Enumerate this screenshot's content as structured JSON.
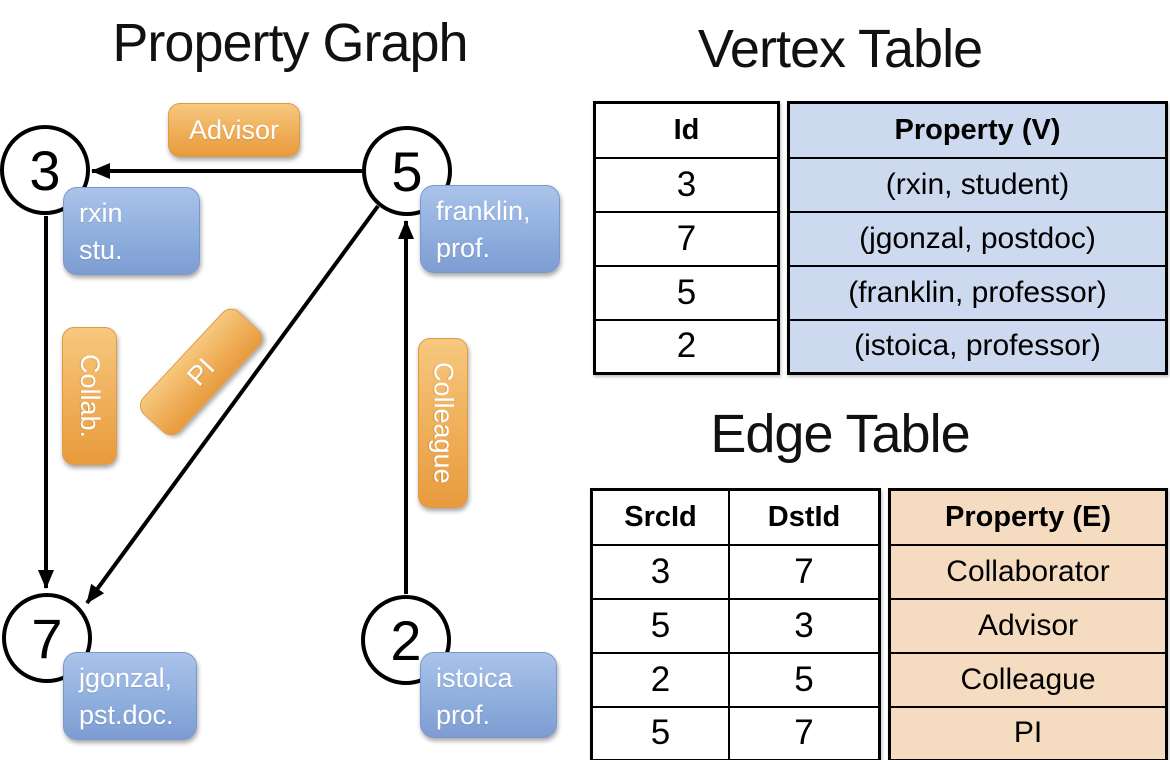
{
  "graph": {
    "title": "Property Graph",
    "vertices": [
      {
        "id": "3",
        "label_line1": "rxin",
        "label_line2": "stu."
      },
      {
        "id": "5",
        "label_line1": "franklin,",
        "label_line2": "prof."
      },
      {
        "id": "7",
        "label_line1": "jgonzal,",
        "label_line2": "pst.doc."
      },
      {
        "id": "2",
        "label_line1": "istoica",
        "label_line2": "prof."
      }
    ],
    "edge_labels": {
      "advisor": "Advisor",
      "collab": "Collab.",
      "pi": "PI",
      "colleague": "Colleague"
    }
  },
  "vertex_table": {
    "title": "Vertex Table",
    "columns": [
      "Id",
      "Property (V)"
    ],
    "rows": [
      [
        "3",
        "(rxin, student)"
      ],
      [
        "7",
        "(jgonzal, postdoc)"
      ],
      [
        "5",
        "(franklin, professor)"
      ],
      [
        "2",
        "(istoica, professor)"
      ]
    ]
  },
  "edge_table": {
    "title": "Edge Table",
    "columns": [
      "SrcId",
      "DstId",
      "Property (E)"
    ],
    "rows": [
      [
        "3",
        "7",
        "Collaborator"
      ],
      [
        "5",
        "3",
        "Advisor"
      ],
      [
        "2",
        "5",
        "Colleague"
      ],
      [
        "5",
        "7",
        "PI"
      ]
    ]
  },
  "colors": {
    "edge_label_fill_top": "#f6c87e",
    "edge_label_fill_bottom": "#e89b3d",
    "vertex_label_fill_top": "#aac3ea",
    "vertex_label_fill_bottom": "#7e9cd2",
    "vertex_property_cell": "#cdd9ef",
    "edge_property_cell": "#f5dcc1",
    "line": "#000000",
    "text_on_pill": "#ffffff"
  }
}
